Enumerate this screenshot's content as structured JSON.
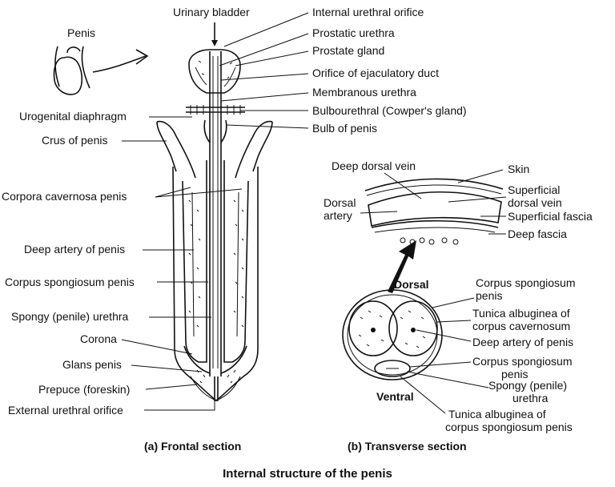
{
  "labels": {
    "penis": "Penis",
    "urinary_bladder": "Urinary bladder",
    "internal_urethral_orifice": "Internal urethral orifice",
    "prostatic_urethra": "Prostatic urethra",
    "prostate_gland": "Prostate gland",
    "orifice_ejaculatory_duct": "Orifice of ejaculatory duct",
    "membranous_urethra": "Membranous urethra",
    "urogenital_diaphragm": "Urogenital diaphragm",
    "bulbourethral": "Bulbourethral (Cowper's gland)",
    "bulb_of_penis": "Bulb of penis",
    "crus_of_penis": "Crus of penis",
    "corpora_cavernosa": "Corpora cavernosa penis",
    "deep_artery": "Deep artery of penis",
    "corpus_spongiosum": "Corpus spongiosum penis",
    "spongy_urethra": "Spongy (penile) urethra",
    "corona": "Corona",
    "glans_penis": "Glans penis",
    "prepuce": "Prepuce (foreskin)",
    "external_urethral_orifice": "External urethral orifice",
    "deep_dorsal_vein": "Deep dorsal vein",
    "skin": "Skin",
    "dorsal_artery_1": "Dorsal",
    "dorsal_artery_2": "artery",
    "superficial_dorsal_vein_1": "Superficial",
    "superficial_dorsal_vein_2": "dorsal vein",
    "superficial_fascia": "Superficial fascia",
    "deep_fascia": "Deep fascia",
    "dorsal": "Dorsal",
    "ventral": "Ventral",
    "ts_corpus_spongiosum_1": "Corpus spongiosum",
    "ts_corpus_spongiosum_2": "penis",
    "tunica_cavernosum_1": "Tunica albuginea of",
    "tunica_cavernosum_2": "corpus cavernosum",
    "ts_deep_artery": "Deep artery of penis",
    "ts_corpus_spongiosum_b1": "Corpus spongiosum",
    "ts_corpus_spongiosum_b2": "penis",
    "ts_spongy_urethra_1": "Spongy (penile)",
    "ts_spongy_urethra_2": "urethra",
    "tunica_spongiosum_1": "Tunica albuginea of",
    "tunica_spongiosum_2": "corpus spongiosum penis"
  },
  "captions": {
    "frontal": "(a) Frontal section",
    "transverse": "(b) Transverse section",
    "title": "Internal structure of the penis"
  }
}
